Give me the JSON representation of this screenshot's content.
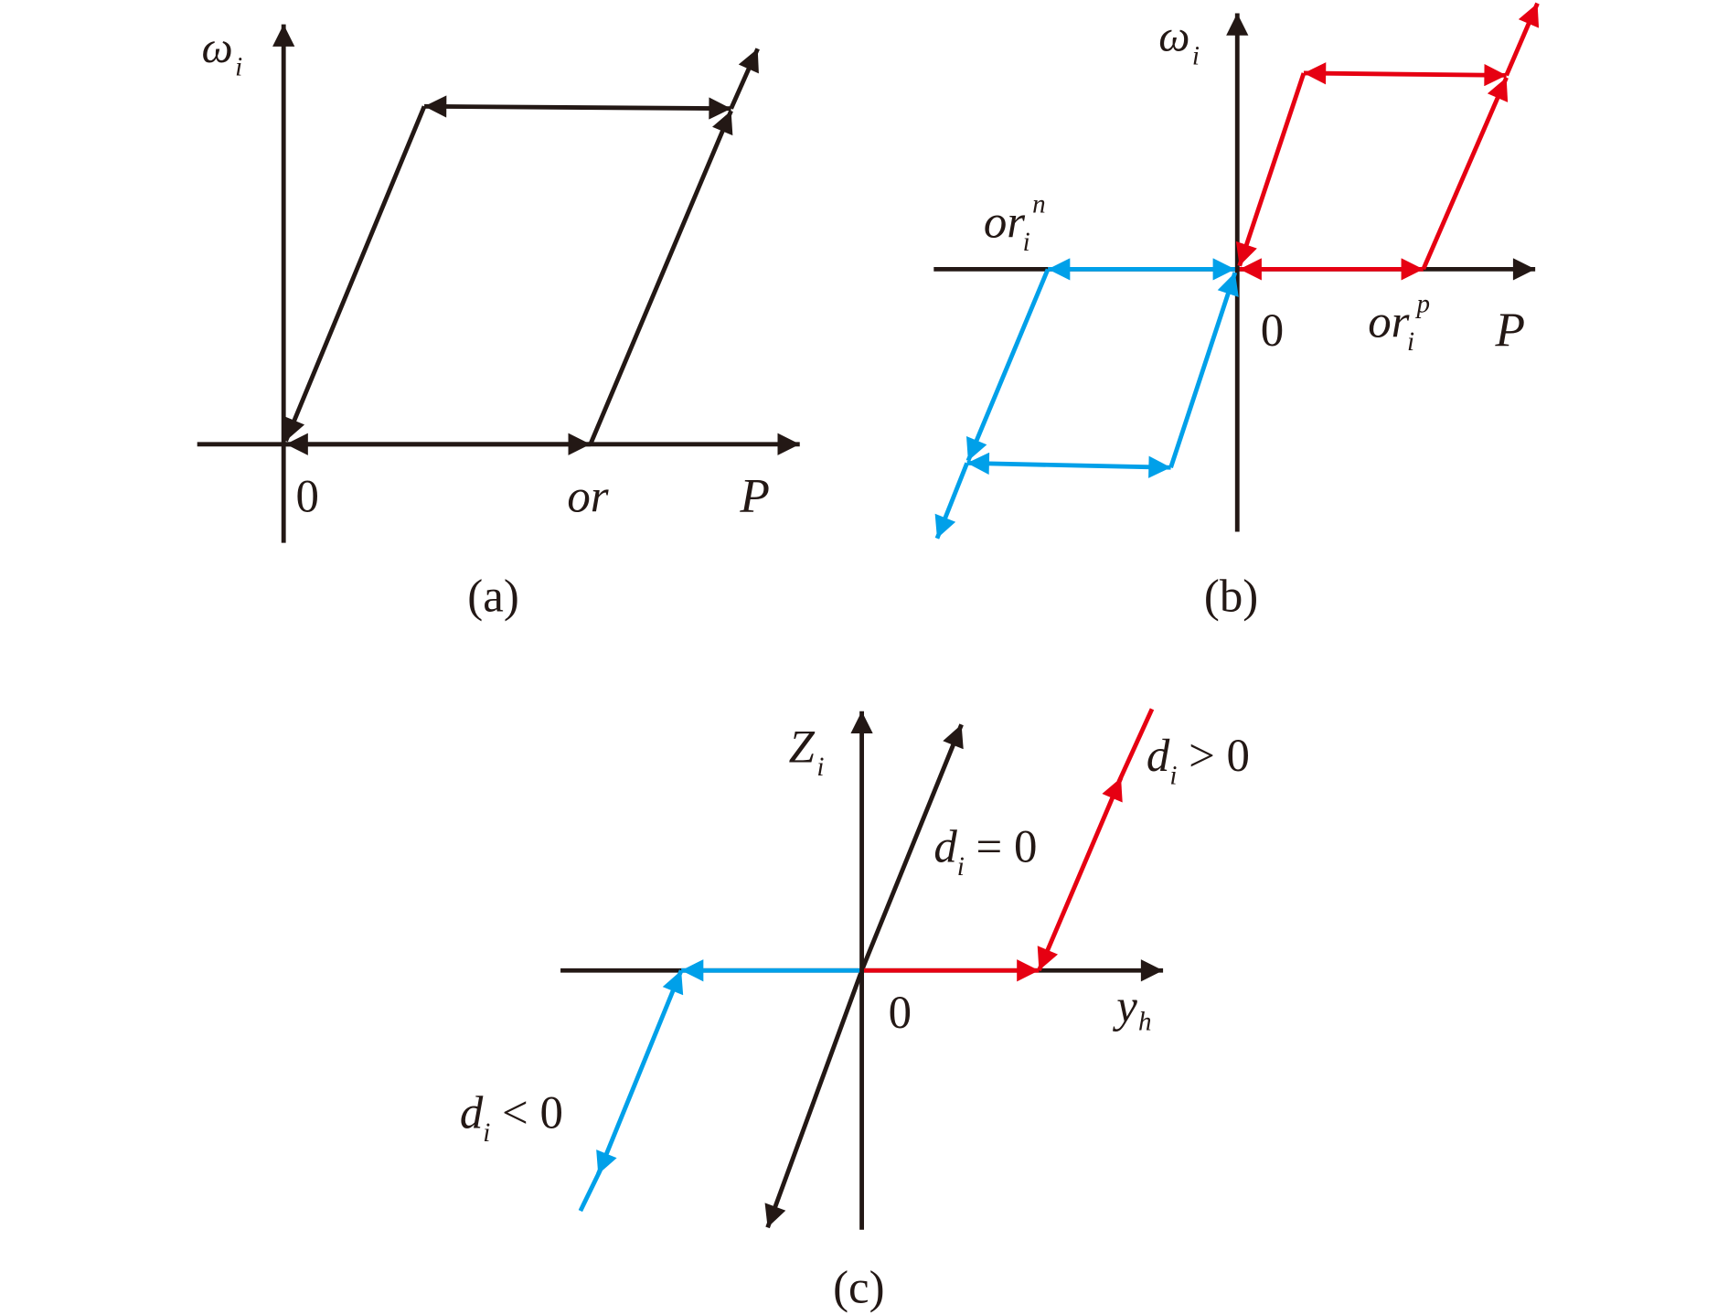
{
  "panels": {
    "a": {
      "caption": "(a)",
      "y_label": "ω",
      "y_sub": "i",
      "origin": "0",
      "or_label": "or",
      "x_label": "P"
    },
    "b": {
      "caption": "(b)",
      "y_label": "ω",
      "y_sub": "i",
      "origin": "0",
      "orn_label": "or",
      "orn_sub": "i",
      "orn_sup": "n",
      "orp_label": "or",
      "orp_sub": "i",
      "orp_sup": "p",
      "x_label": "P"
    },
    "c": {
      "caption": "(c)",
      "z_label": "Z",
      "z_sub": "i",
      "origin": "0",
      "x_label": "y",
      "x_sub": "h",
      "d0": {
        "var": "d",
        "sub": "i",
        "rel": " = 0"
      },
      "dpos": {
        "var": "d",
        "sub": "i",
        "rel": " > 0"
      },
      "dneg": {
        "var": "d",
        "sub": "i",
        "rel": " < 0"
      }
    }
  },
  "colors": {
    "black": "#231815",
    "red": "#e60012",
    "blue": "#00a0e9"
  }
}
